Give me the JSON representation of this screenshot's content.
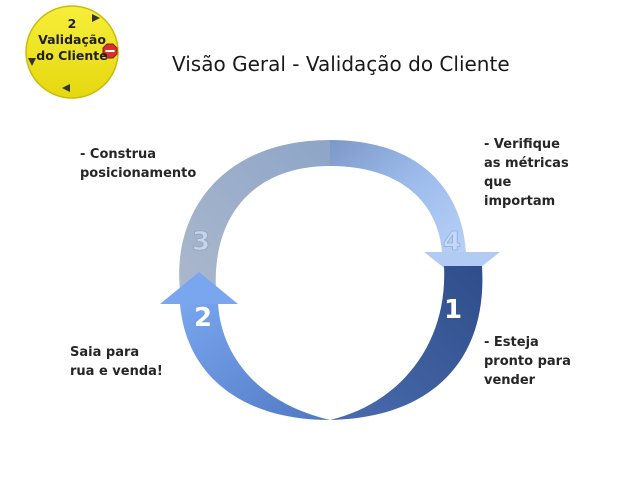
{
  "slide": {
    "title": "Visão Geral -  Validação do Cliente"
  },
  "badge": {
    "number": "2",
    "line1": "Validação",
    "line2": "do Cliente",
    "color": "#f3e81e"
  },
  "cycle": {
    "steps": [
      {
        "number": "1",
        "text_lines": [
          "- Esteja",
          "pronto para",
          "vender"
        ]
      },
      {
        "number": "2",
        "text_lines": [
          "Saia para",
          "rua e venda!"
        ]
      },
      {
        "number": "3",
        "text_lines": [
          "- Construa",
          "posicionamento"
        ]
      },
      {
        "number": "4",
        "text_lines": [
          "- Verifique",
          "as métricas",
          "que",
          "importam"
        ]
      }
    ],
    "colors": {
      "dark_blue": "#3f5f9c",
      "mid_blue": "#5b87d0",
      "light_blue": "#a8c6f2",
      "slate": "#9fb0c9",
      "arrow_head": "#7aa4ea"
    }
  }
}
